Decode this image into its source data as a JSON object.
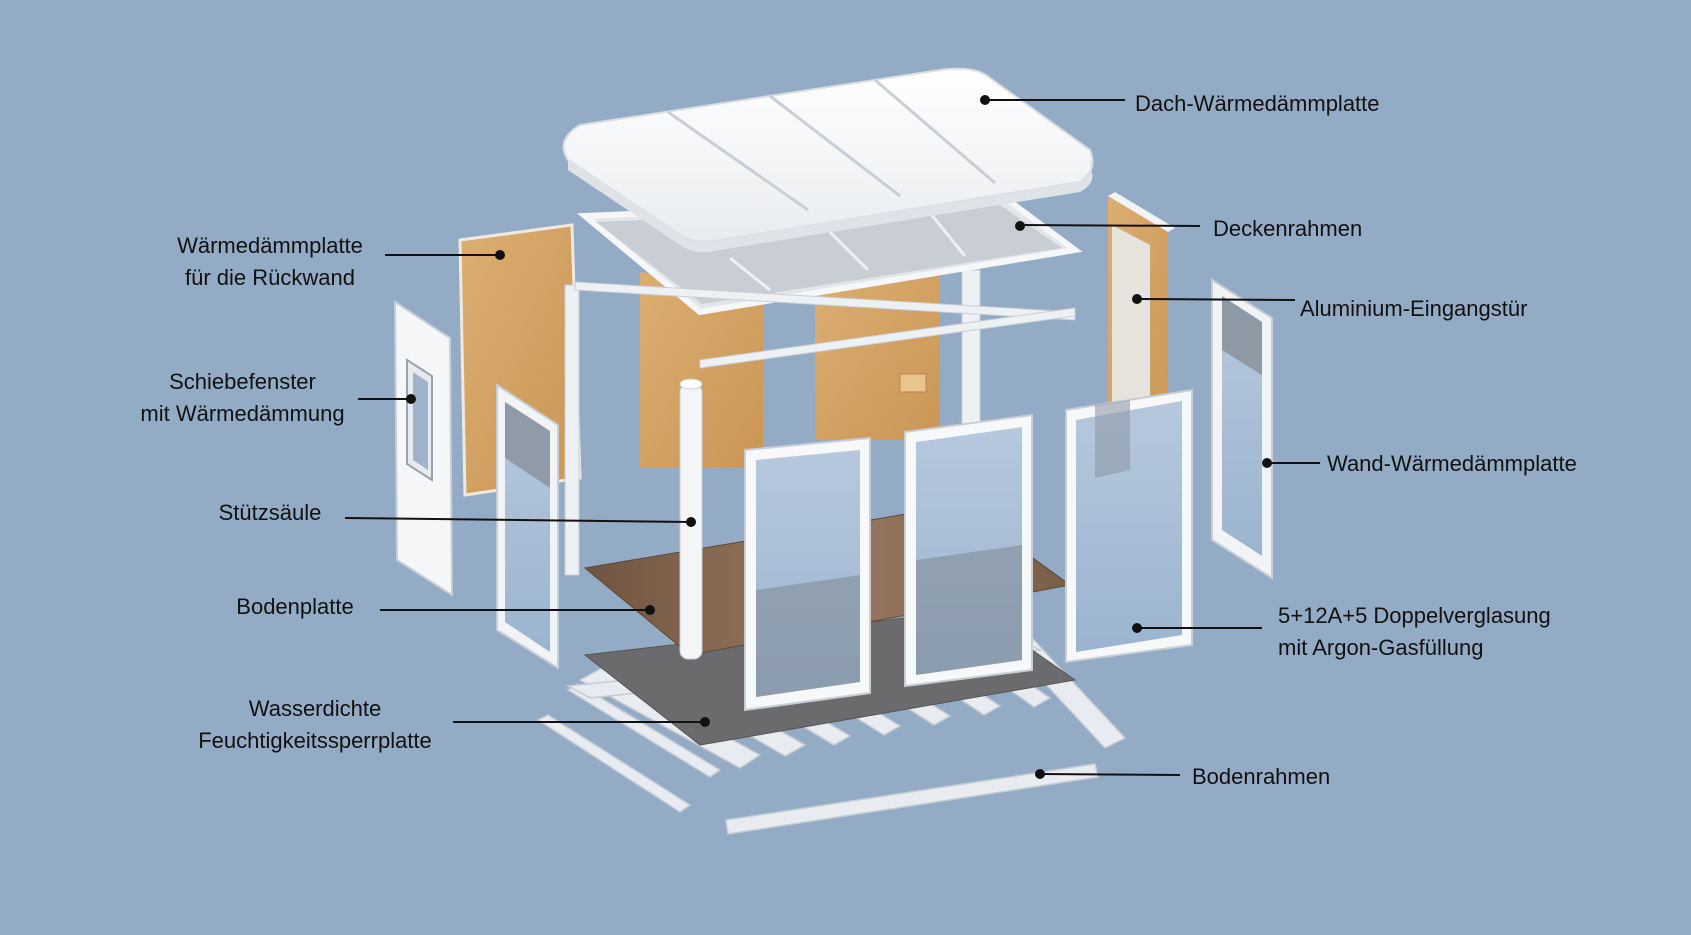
{
  "colors": {
    "background": "#93abc4",
    "wood": "#d6a566",
    "frame": "#f2f4f6",
    "glass": "#a8bed6",
    "floor_wood": "#8a6a52",
    "barrier": "#6e6e70",
    "roof": "#f7f7f7",
    "leader": "#111111"
  },
  "labels": {
    "roof_panel": [
      "Dach-Wärmedämmplatte"
    ],
    "ceiling_frame": [
      "Deckenrahmen"
    ],
    "entrance_door": [
      "Aluminium-Eingangstür"
    ],
    "wall_panel": [
      "Wand-Wärmedämmplatte"
    ],
    "glazing": [
      "5+12A+5 Doppelverglasung",
      "mit Argon-Gasfüllung"
    ],
    "floor_frame": [
      "Bodenrahmen"
    ],
    "back_wall_panel": [
      "Wärmedämmplatte",
      "für die Rückwand"
    ],
    "sliding_window": [
      "Schiebefenster",
      "mit Wärmedämmung"
    ],
    "support_column": [
      "Stützsäule"
    ],
    "floor_board": [
      "Bodenplatte"
    ],
    "moisture_barrier": [
      "Wasserdichte",
      "Feuchtigkeitssperrplatte"
    ]
  }
}
